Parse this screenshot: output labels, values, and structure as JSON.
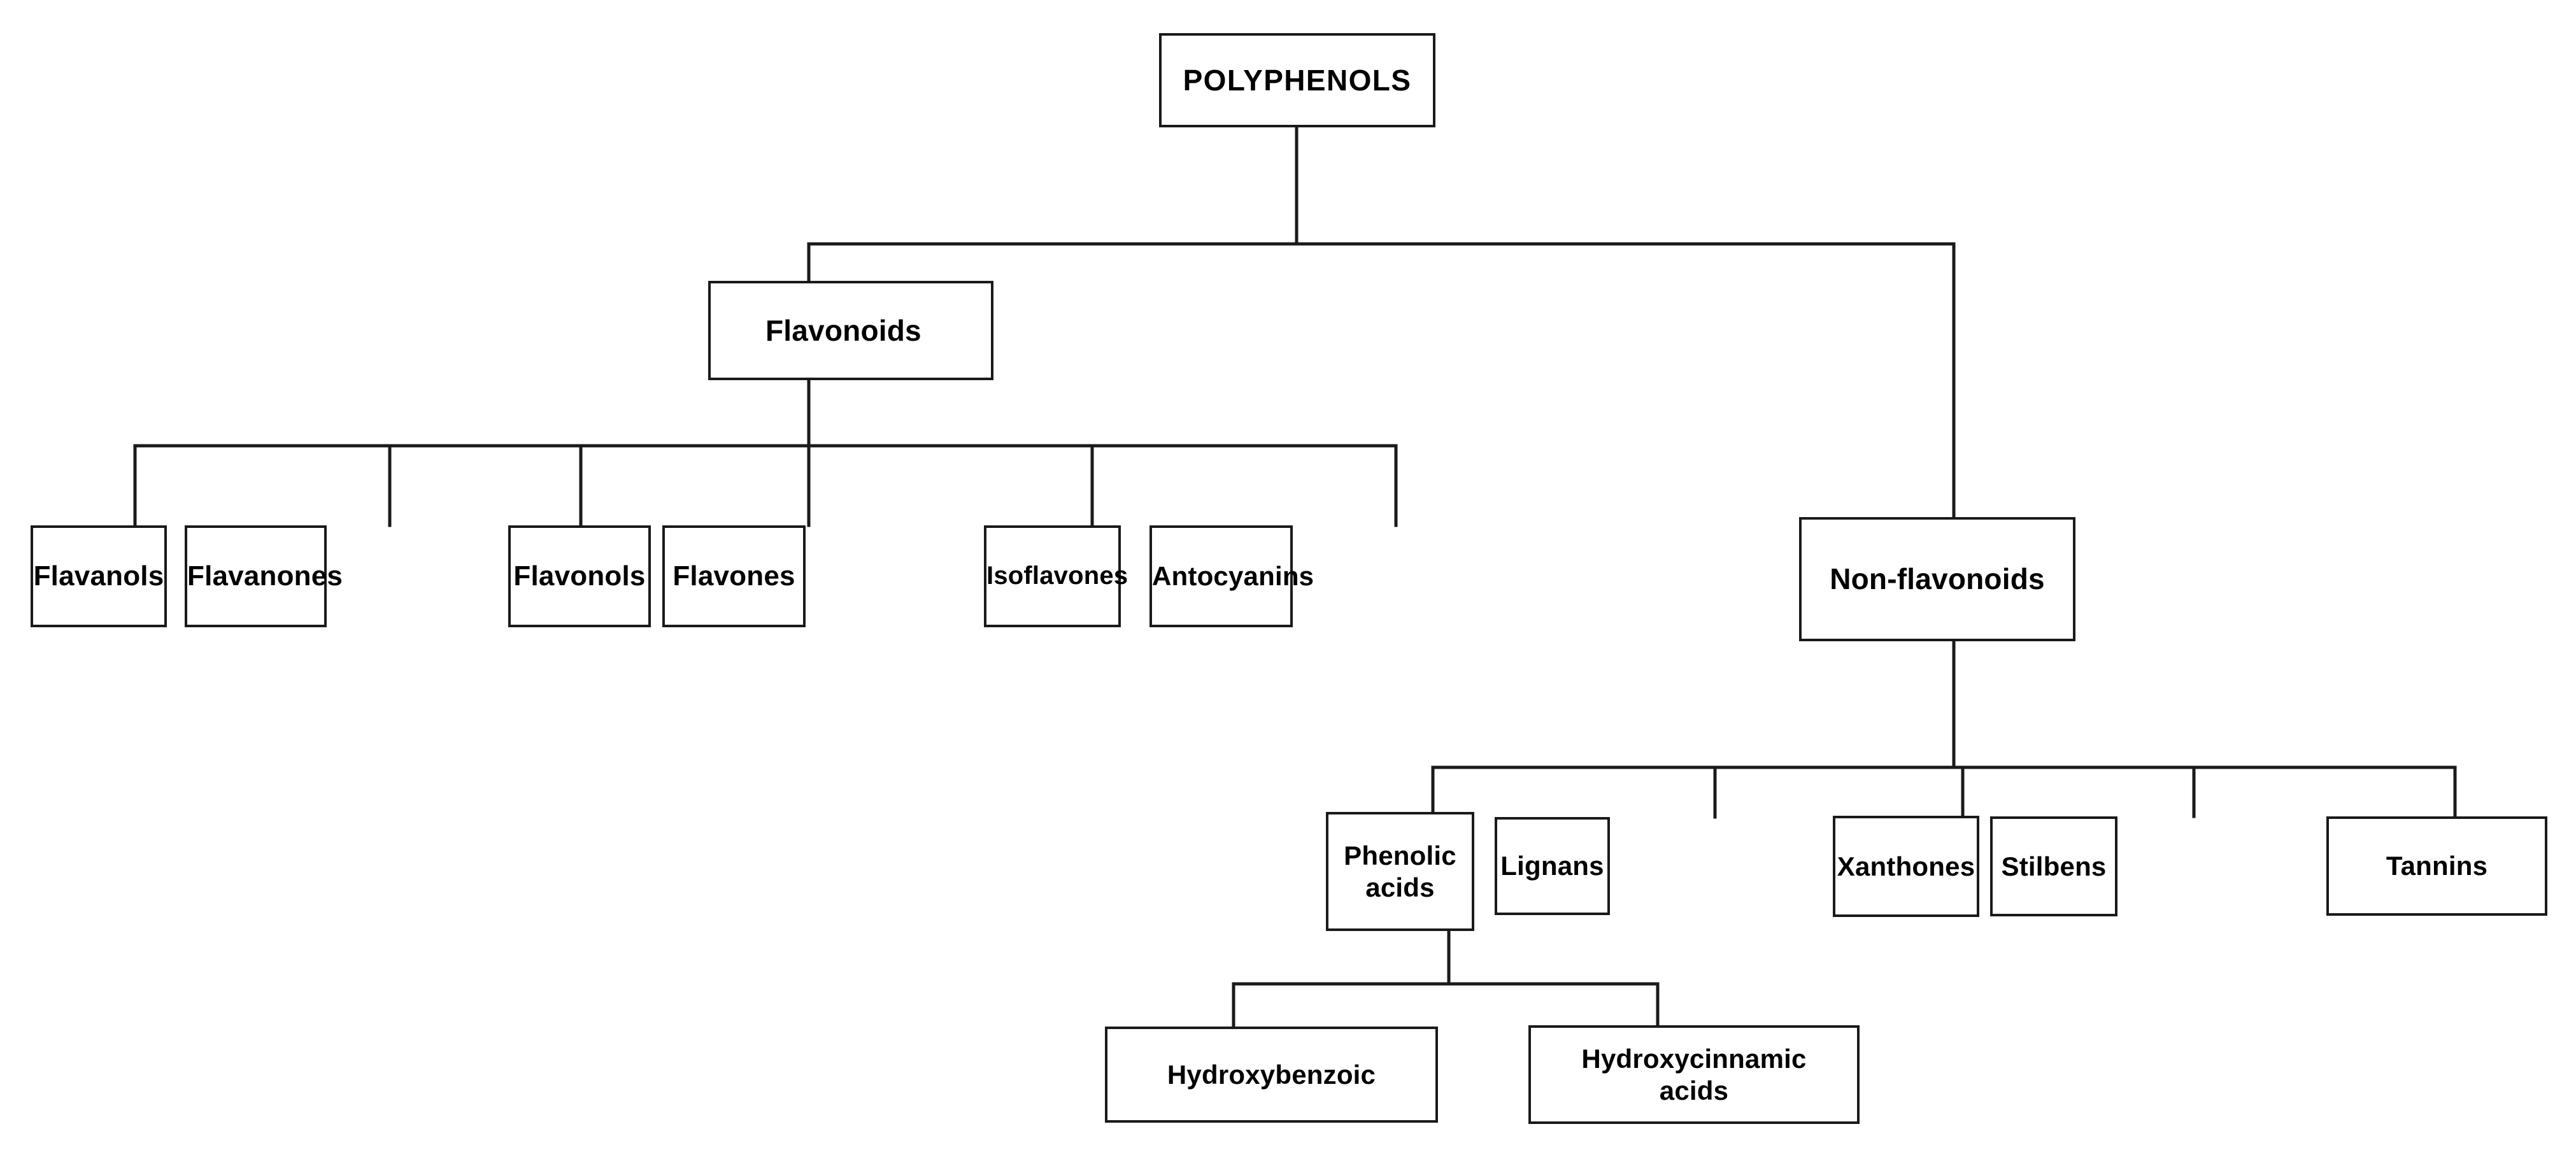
{
  "diagram": {
    "title": "POLYPHENOLS classification hierarchy",
    "type": "tree",
    "background_color": "#ffffff",
    "box_border_color": "#1a1a1a",
    "box_fill_color": "#ffffff",
    "text_color": "#000000",
    "connector_color": "#1a1a1a"
  },
  "nodes": {
    "root": {
      "label": "POLYPHENOLS",
      "level": 0,
      "font_size": 46
    },
    "flavonoids": {
      "label": "Flavonoids",
      "level": 1,
      "font_size": 46
    },
    "non_flavonoids": {
      "label": "Non-flavonoids",
      "level": 1,
      "font_size": 46
    },
    "flavanols": {
      "label": "Flavanols",
      "level": 2,
      "font_size": 44
    },
    "flavanones": {
      "label": "Flavanones",
      "level": 2,
      "font_size": 44
    },
    "flavonols": {
      "label": "Flavonols",
      "level": 2,
      "font_size": 44
    },
    "flavones": {
      "label": "Flavones",
      "level": 2,
      "font_size": 44
    },
    "isoflavones": {
      "label": "Isoflavones",
      "level": 2,
      "font_size": 40
    },
    "antocyanins": {
      "label": "Antocyanins",
      "level": 2,
      "font_size": 42
    },
    "phenolic_acids": {
      "label": "Phenolic\nacids",
      "level": 2,
      "font_size": 42
    },
    "lignans": {
      "label": "Lignans",
      "level": 2,
      "font_size": 42
    },
    "xanthones": {
      "label": "Xanthones",
      "level": 2,
      "font_size": 42
    },
    "stilbens": {
      "label": "Stilbens",
      "level": 2,
      "font_size": 42
    },
    "tannins": {
      "label": "Tannins",
      "level": 2,
      "font_size": 42
    },
    "hydroxybenzoic": {
      "label": "Hydroxybenzoic",
      "level": 3,
      "font_size": 42
    },
    "hydroxycinnamic": {
      "label": "Hydroxycinnamic\nacids",
      "level": 3,
      "font_size": 42
    }
  },
  "edges": [
    {
      "from": "root",
      "to": "flavonoids"
    },
    {
      "from": "root",
      "to": "non_flavonoids"
    },
    {
      "from": "flavonoids",
      "to": "flavanols"
    },
    {
      "from": "flavonoids",
      "to": "flavanones"
    },
    {
      "from": "flavonoids",
      "to": "flavonols"
    },
    {
      "from": "flavonoids",
      "to": "flavones"
    },
    {
      "from": "flavonoids",
      "to": "isoflavones"
    },
    {
      "from": "flavonoids",
      "to": "antocyanins"
    },
    {
      "from": "non_flavonoids",
      "to": "phenolic_acids"
    },
    {
      "from": "non_flavonoids",
      "to": "lignans"
    },
    {
      "from": "non_flavonoids",
      "to": "xanthones"
    },
    {
      "from": "non_flavonoids",
      "to": "stilbens"
    },
    {
      "from": "non_flavonoids",
      "to": "tannins"
    },
    {
      "from": "phenolic_acids",
      "to": "hydroxybenzoic"
    },
    {
      "from": "phenolic_acids",
      "to": "hydroxycinnamic"
    }
  ]
}
